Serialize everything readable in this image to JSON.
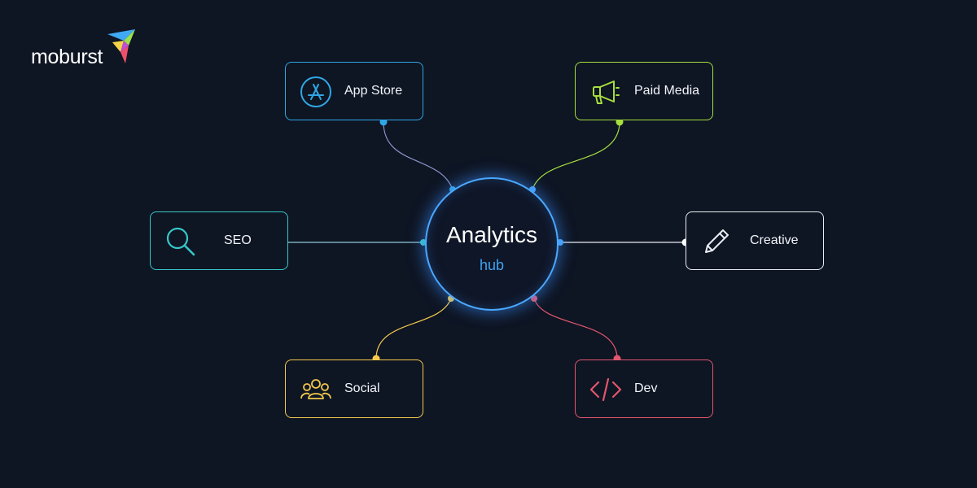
{
  "brand": {
    "name": "moburst",
    "mark_colors": [
      "#3fa9f5",
      "#9be04a",
      "#f5d547",
      "#ef4f6a"
    ]
  },
  "hub": {
    "title": "Analytics",
    "subtitle": "hub",
    "ring_color": "#4aa8ff",
    "subtitle_color": "#3ea3f0"
  },
  "nodes": [
    {
      "id": "appstore",
      "label": "App Store",
      "icon": "app-store-icon",
      "color": "#2fa7e4"
    },
    {
      "id": "paid",
      "label": "Paid Media",
      "icon": "megaphone-icon",
      "color": "#a6df3e"
    },
    {
      "id": "seo",
      "label": "SEO",
      "icon": "search-icon",
      "color": "#36c8c8"
    },
    {
      "id": "creative",
      "label": "Creative",
      "icon": "pencil-icon",
      "color": "#e9edf3"
    },
    {
      "id": "social",
      "label": "Social",
      "icon": "people-icon",
      "color": "#f3c94c"
    },
    {
      "id": "dev",
      "label": "Dev",
      "icon": "code-icon",
      "color": "#e3566d"
    }
  ],
  "edges": [
    {
      "from": "hub",
      "to": "appstore"
    },
    {
      "from": "hub",
      "to": "paid"
    },
    {
      "from": "hub",
      "to": "seo"
    },
    {
      "from": "hub",
      "to": "creative"
    },
    {
      "from": "hub",
      "to": "social"
    },
    {
      "from": "hub",
      "to": "dev"
    }
  ],
  "background": "#0e1523"
}
